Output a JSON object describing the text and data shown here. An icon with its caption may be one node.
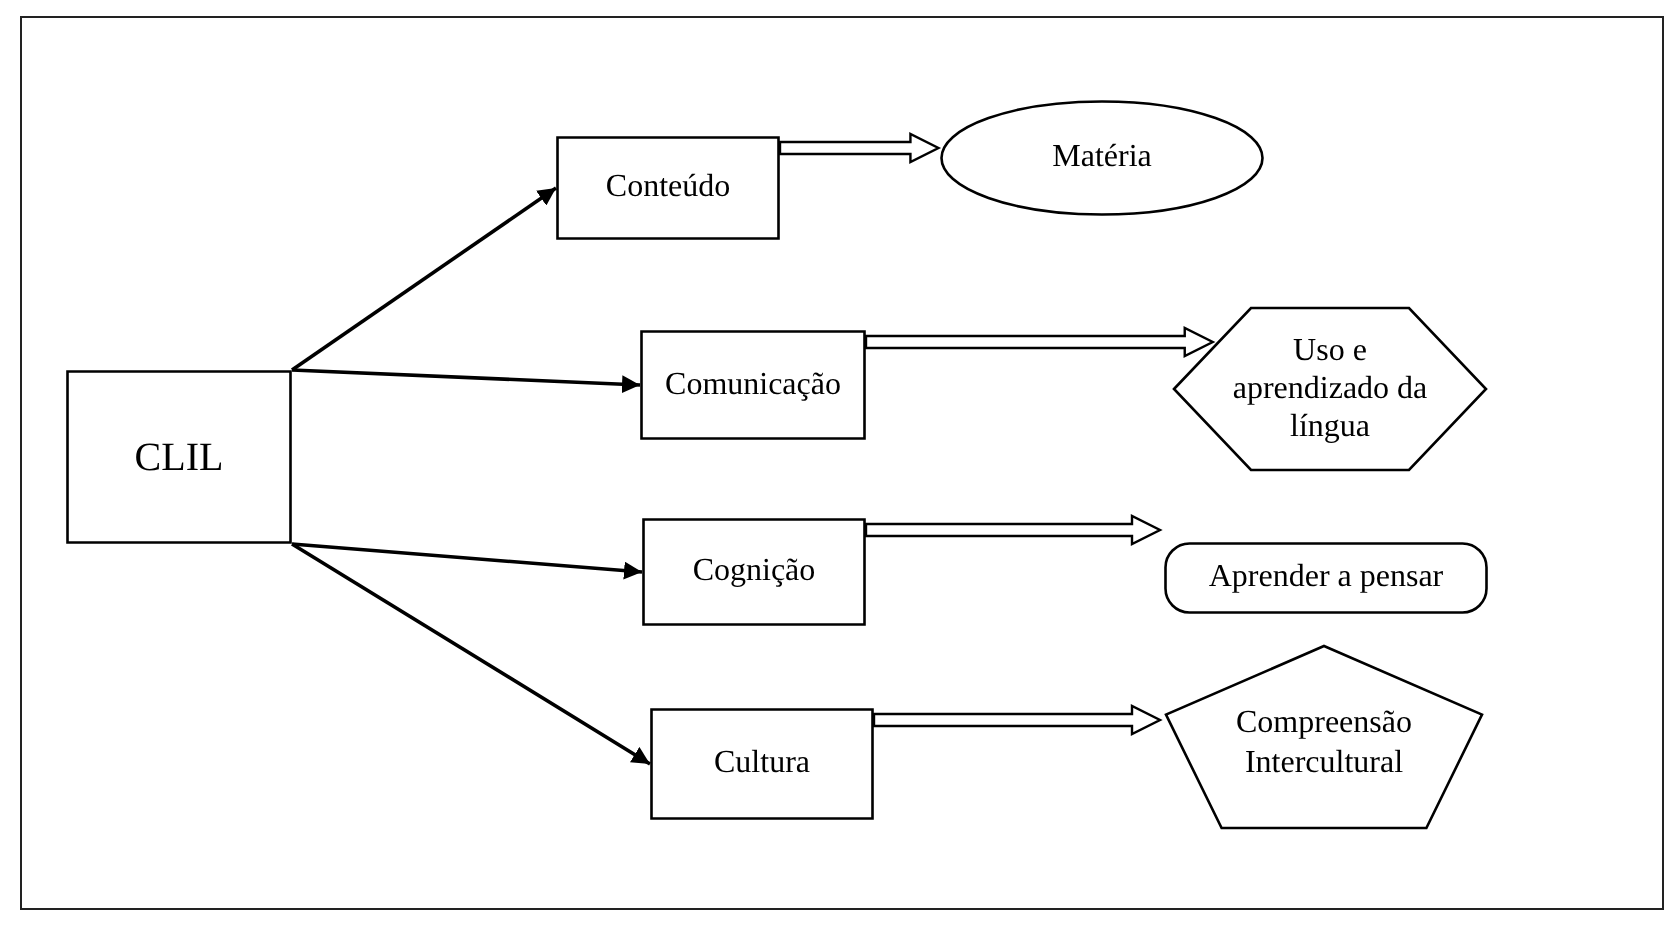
{
  "diagram": {
    "nodes": [
      {
        "text": [
          "CLIL"
        ]
      },
      {
        "text": [
          "Conteúdo"
        ]
      },
      {
        "text": [
          "Comunicação"
        ]
      },
      {
        "text": [
          "Cognição"
        ]
      },
      {
        "text": [
          "Cultura"
        ]
      },
      {
        "text": [
          "Matéria"
        ]
      },
      {
        "text": [
          "Uso e aprendizado da língua"
        ]
      },
      {
        "text": [
          "Aprender a pensar"
        ]
      },
      {
        "text": [
          "Compreensão Intercultural"
        ]
      }
    ],
    "edges": [
      {
        "from": 0,
        "to": 1,
        "arrow": "to"
      },
      {
        "from": 0,
        "to": 2,
        "arrow": "to"
      },
      {
        "from": 0,
        "to": 3,
        "arrow": "to"
      },
      {
        "from": 0,
        "to": 4,
        "arrow": "to"
      },
      {
        "from": 1,
        "to": 5,
        "arrow": "to",
        "style": "thick"
      },
      {
        "from": 2,
        "to": 6,
        "arrow": "to",
        "style": "thick"
      },
      {
        "from": 3,
        "to": 7,
        "arrow": "to",
        "style": "thick"
      },
      {
        "from": 4,
        "to": 8,
        "arrow": "to",
        "style": "thick"
      }
    ]
  }
}
